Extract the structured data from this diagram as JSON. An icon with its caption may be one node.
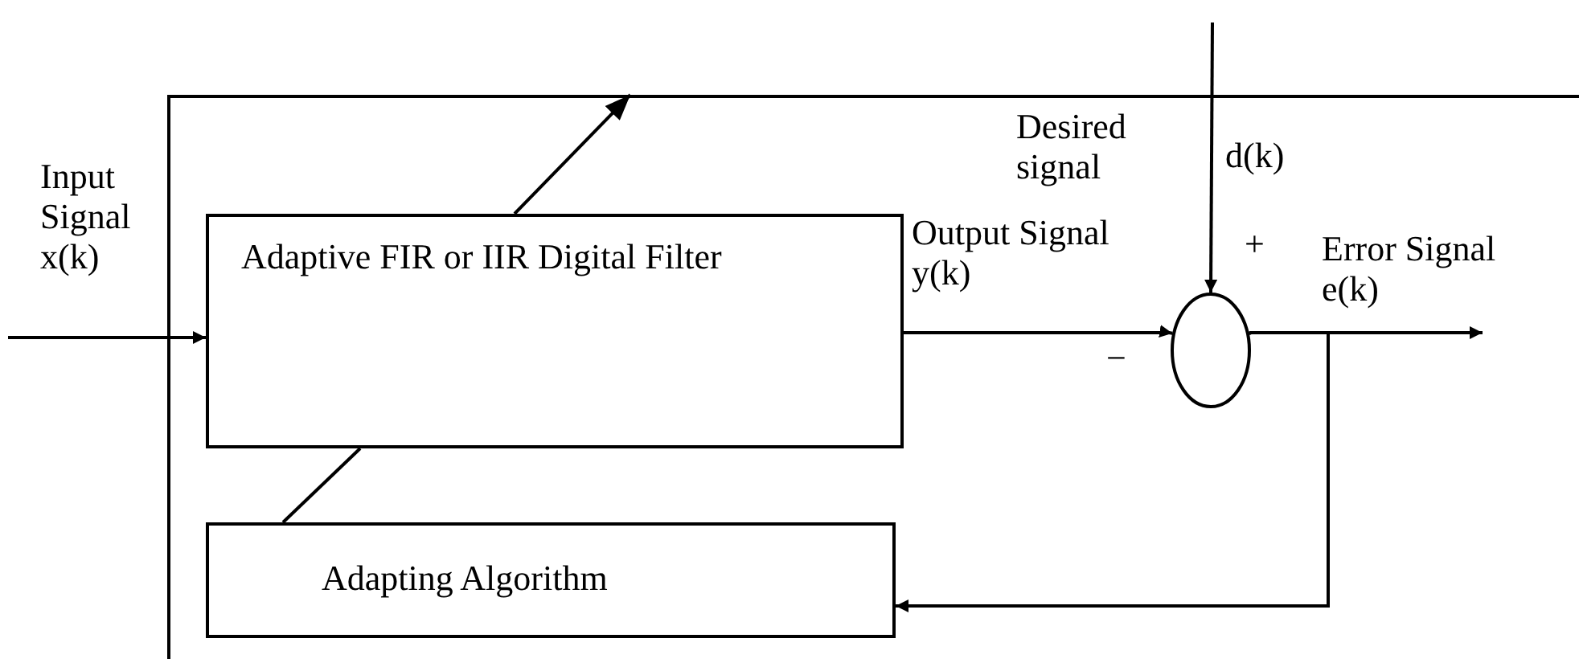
{
  "diagram": {
    "nodes": [
      {
        "text": [
          "Adaptive FIR or IIR Digital Filter"
        ]
      },
      {
        "text": [
          "Adapting Algorithm"
        ]
      },
      {
        "text": [],
        "shape": "circle"
      }
    ],
    "edges": [
      {
        "from": null,
        "to": 0,
        "arrow": "to",
        "label": "Input Signal x(k)"
      },
      {
        "from": 0,
        "to": 2,
        "arrow": "to",
        "label": "Output Signal y(k)"
      },
      {
        "from": null,
        "to": 2,
        "arrow": "to",
        "label": "Desired signal"
      },
      {
        "from": 2,
        "to": null,
        "arrow": "to",
        "label": "Error Signal e(k)"
      },
      {
        "from": 2,
        "to": 1,
        "arrow": "to"
      },
      {
        "from": 1,
        "to": 0,
        "arrow": "none"
      }
    ],
    "labels": [
      "d(k)",
      "+",
      "−"
    ]
  }
}
